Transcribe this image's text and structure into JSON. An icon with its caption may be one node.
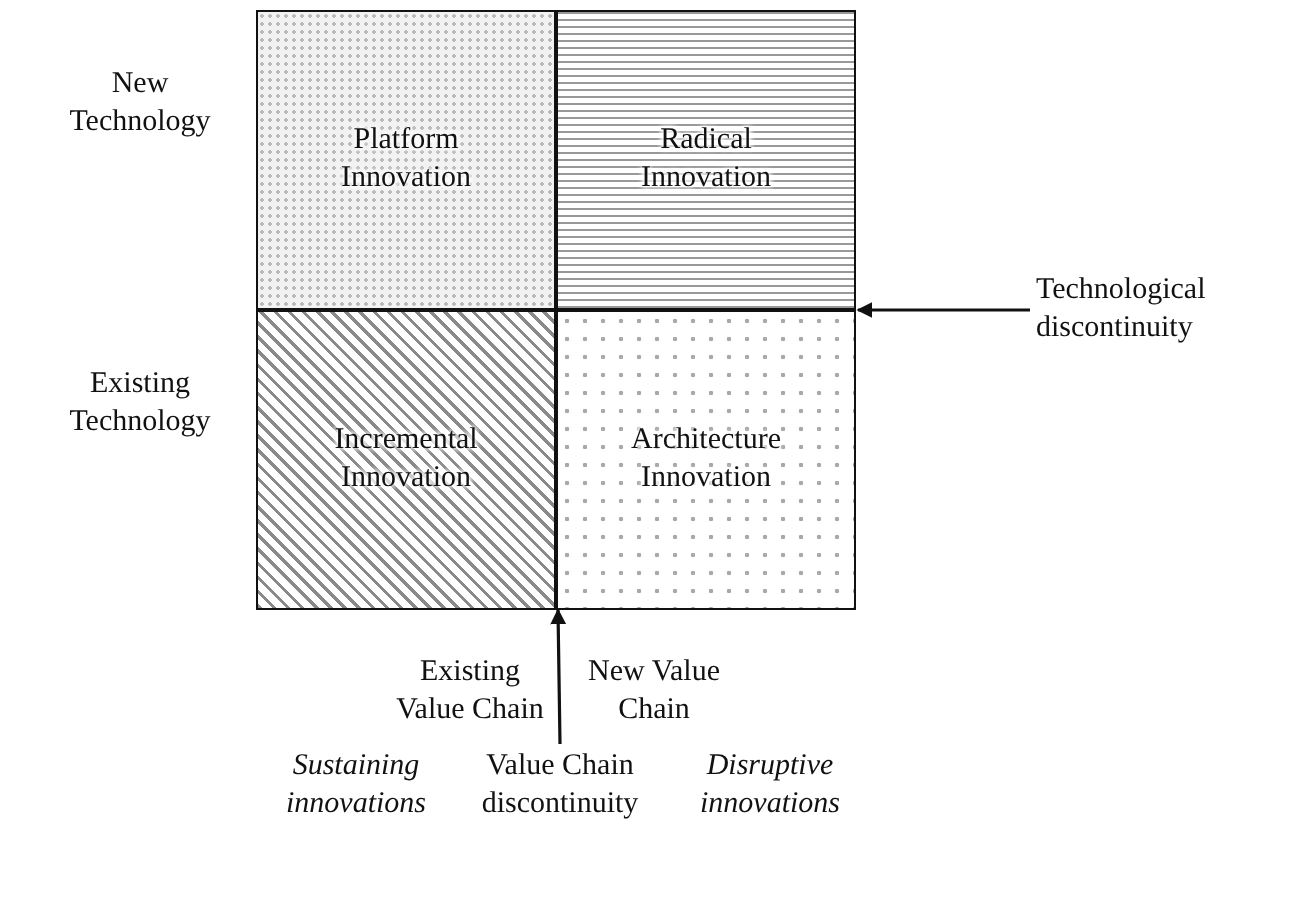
{
  "diagram": {
    "nodes": [
      {
        "text": [
          "Platform Innovation"
        ]
      },
      {
        "text": [
          "Radical Innovation"
        ]
      },
      {
        "text": [
          "Technological discontinuity"
        ]
      },
      {
        "text": [
          "Incremental Innovation"
        ]
      },
      {
        "text": [
          "Architecture Innovation"
        ]
      },
      {
        "text": [
          "Value Chain discontinuity"
        ]
      }
    ],
    "edges": [
      {
        "from": 2,
        "to": 1,
        "arrow": "to"
      },
      {
        "from": 5,
        "to": 3,
        "arrow": "to"
      }
    ],
    "labels": [
      "New Technology",
      "Existing Technology",
      "Existing Value Chain",
      "New Value Chain",
      "Sustaining innovations",
      "Disruptive innovations"
    ]
  }
}
